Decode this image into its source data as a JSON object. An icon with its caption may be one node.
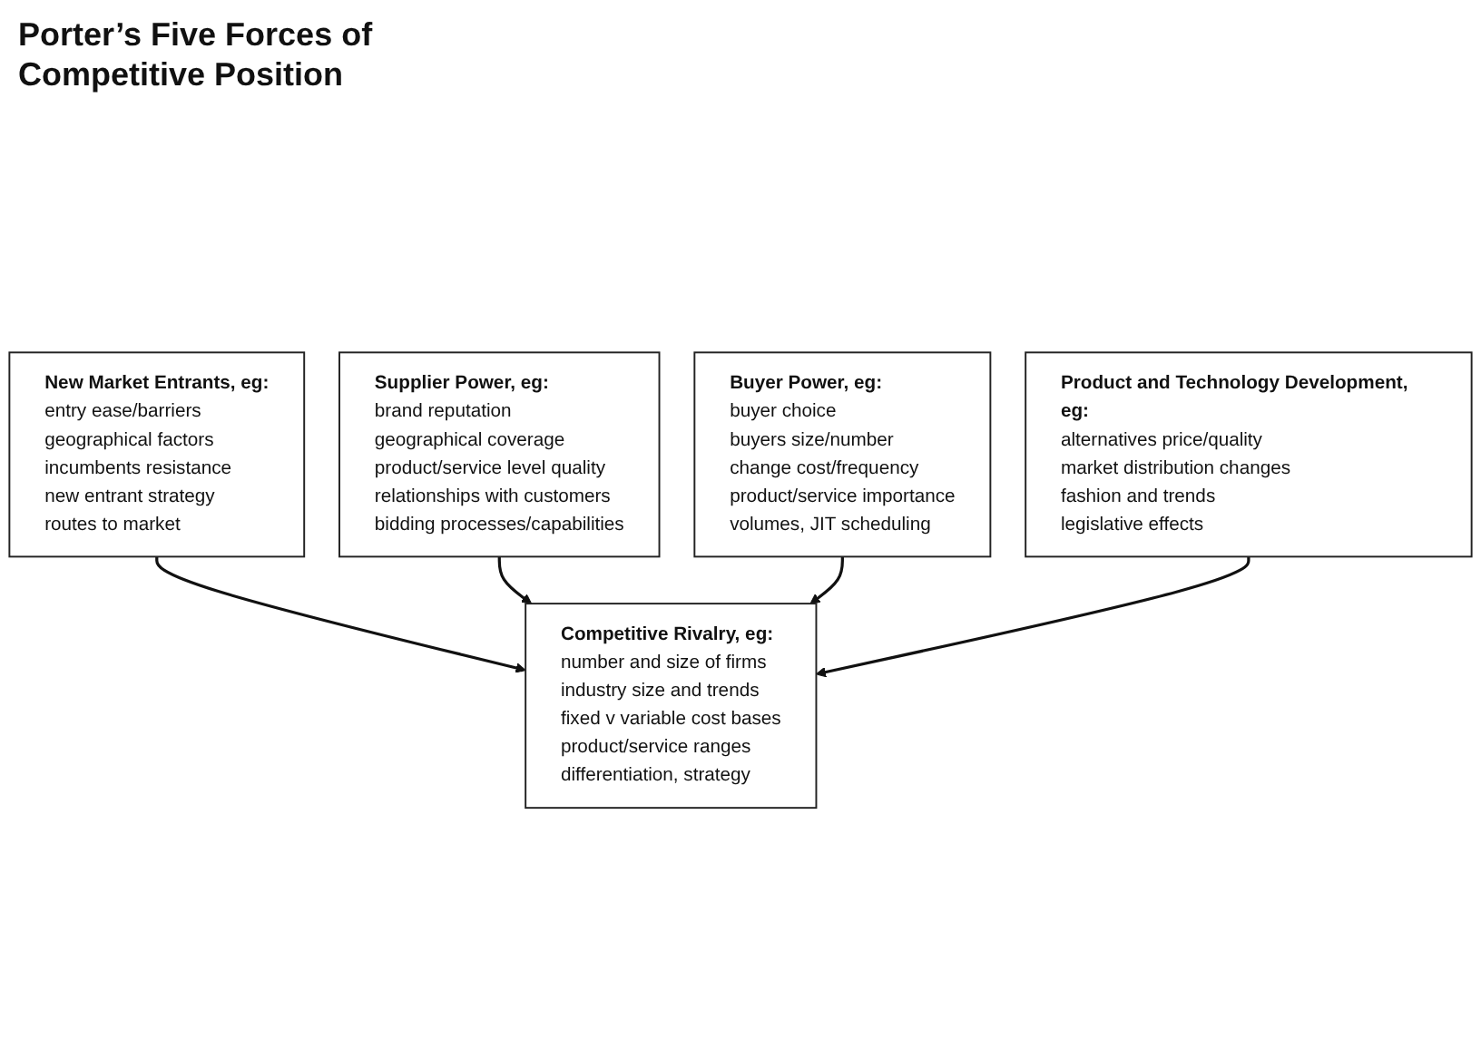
{
  "diagram": {
    "title": "Porter’s Five Forces of Competitive Position",
    "nodes": [
      {
        "text": [
          "New Market Entrants, eg:",
          "entry ease/barriers",
          "geographical factors",
          "incumbents resistance",
          "new entrant strategy",
          "routes to market"
        ]
      },
      {
        "text": [
          "Supplier Power, eg:",
          "brand reputation",
          "geographical coverage",
          "product/service level quality",
          "relationships with customers",
          "bidding processes/capabilities"
        ]
      },
      {
        "text": [
          "Competitive Rivalry, eg:",
          "number and size of firms",
          "industry size and trends",
          "fixed v variable cost bases",
          "product/service ranges",
          "differentiation, strategy"
        ]
      },
      {
        "text": [
          "Buyer Power, eg:",
          "buyer choice",
          "buyers size/number",
          "change cost/frequency",
          "product/service importance",
          "volumes, JIT scheduling"
        ]
      },
      {
        "text": [
          "Product and Technology Development, eg:",
          "alternatives price/quality",
          "market distribution changes",
          "fashion and trends",
          "legislative effects"
        ]
      }
    ],
    "edges": [
      {
        "from": 0,
        "to": 2,
        "arrow": "to"
      },
      {
        "from": 1,
        "to": 2,
        "arrow": "to"
      },
      {
        "from": 3,
        "to": 2,
        "arrow": "to"
      },
      {
        "from": 4,
        "to": 2,
        "arrow": "to"
      }
    ]
  }
}
